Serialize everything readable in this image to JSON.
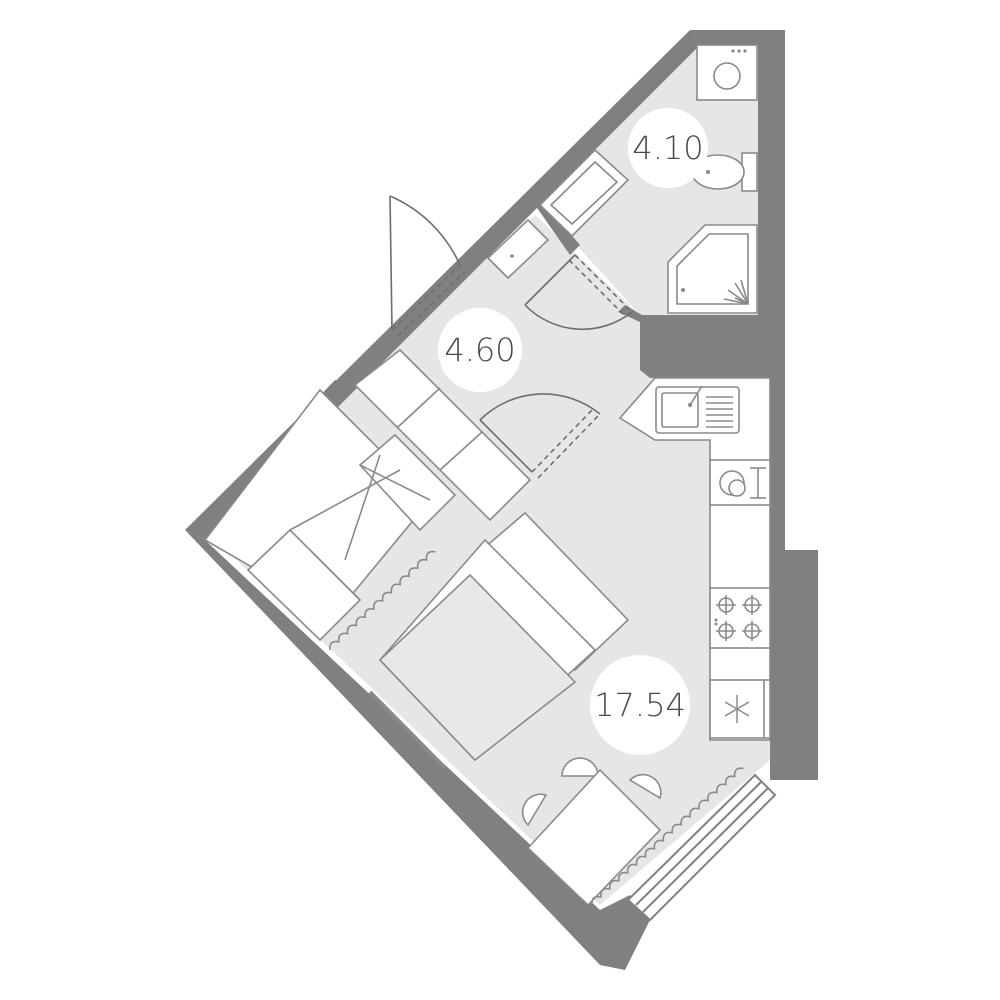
{
  "rooms": [
    {
      "id": "bathroom",
      "area": "4.10"
    },
    {
      "id": "hallway",
      "area": "4.60"
    },
    {
      "id": "living-room",
      "area": "17.54"
    }
  ],
  "colors": {
    "wall": "#808080",
    "floor": "#e6e6e6",
    "background": "#ffffff",
    "label_badge": "#ffffff",
    "text": "#4a4a4a"
  },
  "icons": [
    "washing-machine-icon",
    "toilet-icon",
    "sink-icon",
    "shower-icon",
    "kitchen-sink-icon",
    "stove-icon",
    "fridge-icon",
    "double-bed-icon",
    "dining-table-icon",
    "wardrobe-icon"
  ]
}
